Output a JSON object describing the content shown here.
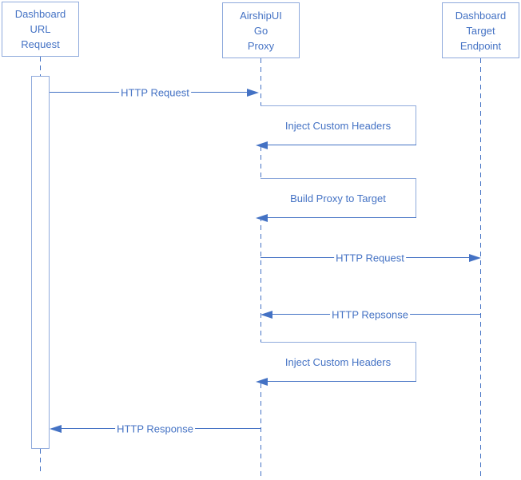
{
  "diagram": {
    "kind": "uml-sequence-diagram",
    "colors": {
      "message_line": "#4472C4",
      "text": "#4472C4",
      "shape_border": "#8FAADC",
      "background": "#ffffff"
    },
    "actors": [
      {
        "id": "dashboard-url-request",
        "lines": [
          "Dashboard",
          "URL",
          "Request"
        ]
      },
      {
        "id": "airshipui-go-proxy",
        "lines": [
          "AirshipUI",
          "Go",
          "Proxy"
        ]
      },
      {
        "id": "dashboard-target-endpoint",
        "lines": [
          "Dashboard",
          "Target",
          "Endpoint"
        ]
      }
    ],
    "messages": [
      {
        "label": "HTTP Request",
        "type": "arrow",
        "from": "dashboard-url-request",
        "to": "airshipui-go-proxy",
        "direction": "right"
      },
      {
        "label": "Inject Custom Headers",
        "type": "self",
        "actor": "airshipui-go-proxy"
      },
      {
        "label": "Build Proxy to Target",
        "type": "self",
        "actor": "airshipui-go-proxy"
      },
      {
        "label": "HTTP Request",
        "type": "arrow",
        "from": "airshipui-go-proxy",
        "to": "dashboard-target-endpoint",
        "direction": "right"
      },
      {
        "label": "HTTP Repsonse",
        "type": "arrow",
        "from": "dashboard-target-endpoint",
        "to": "airshipui-go-proxy",
        "direction": "left"
      },
      {
        "label": "Inject Custom Headers",
        "type": "self",
        "actor": "airshipui-go-proxy"
      },
      {
        "label": "HTTP Response",
        "type": "arrow",
        "from": "airshipui-go-proxy",
        "to": "dashboard-url-request",
        "direction": "left"
      }
    ]
  }
}
